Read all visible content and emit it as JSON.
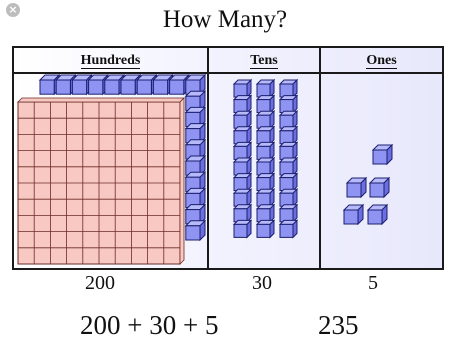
{
  "title": "How Many?",
  "close_glyph": "×",
  "columns": {
    "hundreds": {
      "header": "Hundreds",
      "count": "200"
    },
    "tens": {
      "header": "Tens",
      "count": "30"
    },
    "ones": {
      "header": "Ones",
      "count": "5"
    }
  },
  "equation": {
    "expression": "200 + 30 + 5",
    "result": "235"
  },
  "colors": {
    "hundred_face": "#f8c9c2",
    "hundred_line": "#6b2a24",
    "unit_face": "#8f93f2",
    "unit_top": "#b6b9fa",
    "unit_side": "#6a6ee0",
    "unit_line": "#1c1f6e"
  }
}
